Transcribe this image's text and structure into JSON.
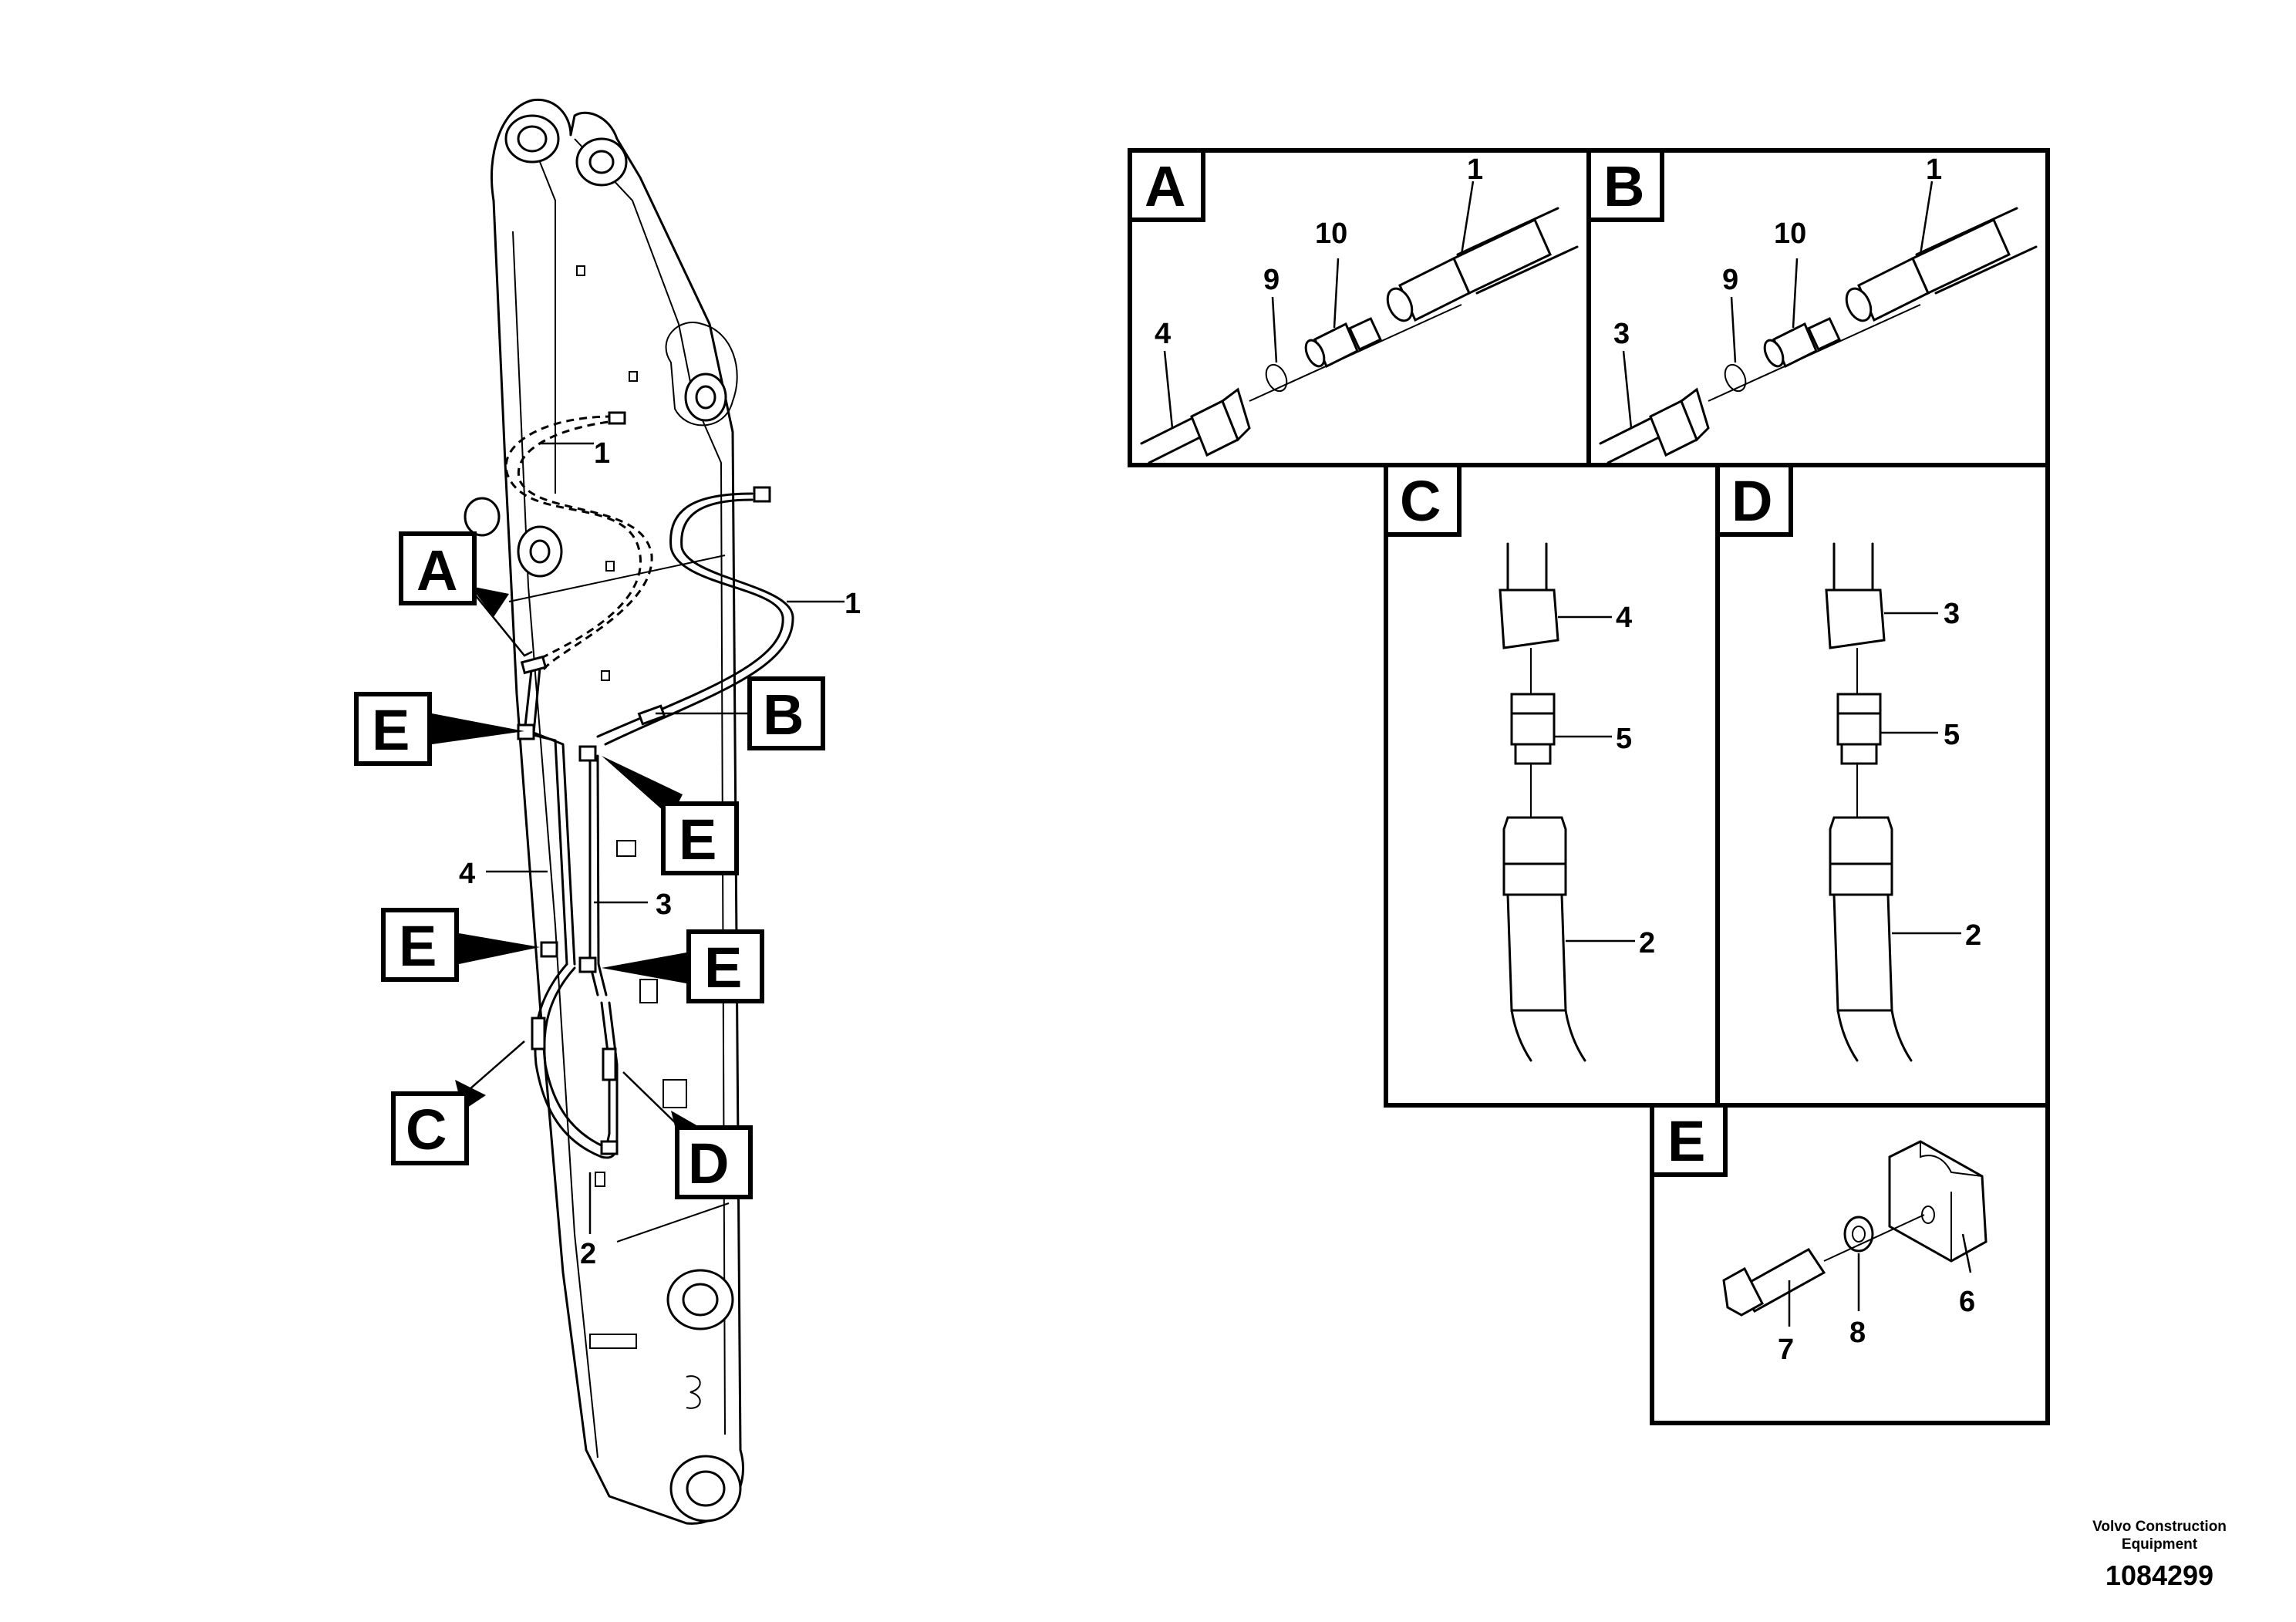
{
  "callouts": {
    "main": {
      "a": "A",
      "b": "B",
      "c": "C",
      "d": "D",
      "e1": "E",
      "e2": "E",
      "e3": "E",
      "e4": "E",
      "n1_top": "1",
      "n1_right": "1",
      "n2": "2",
      "n3": "3",
      "n4": "4"
    },
    "panel_a": {
      "label": "A",
      "n1": "1",
      "n10": "10",
      "n9": "9",
      "n4": "4"
    },
    "panel_b": {
      "label": "B",
      "n1": "1",
      "n10": "10",
      "n9": "9",
      "n3": "3"
    },
    "panel_c": {
      "label": "C",
      "n4": "4",
      "n5": "5",
      "n2": "2"
    },
    "panel_d": {
      "label": "D",
      "n3": "3",
      "n5": "5",
      "n2": "2"
    },
    "panel_e": {
      "label": "E",
      "n6": "6",
      "n7": "7",
      "n8": "8"
    }
  },
  "footer": {
    "brand_line1": "Volvo Construction",
    "brand_line2": "Equipment",
    "part_number": "1084299"
  }
}
